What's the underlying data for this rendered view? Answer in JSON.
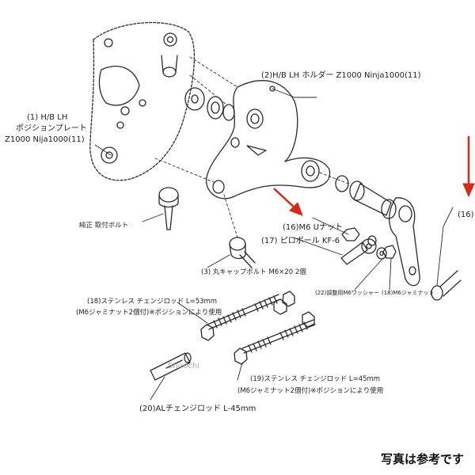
{
  "labels": {
    "plate": [
      "(1) H/B LH",
      "ポジションプレート",
      "Z1000 Nija1000(11)"
    ],
    "holder": "(2)H/B LH ホルダー Z1000 Ninja1000(11)",
    "original_bolt": "純正 取付ボルト",
    "cap_bolt": "(3) 丸キャップボルト M6×20 2個",
    "u_nut": "(16)M6 Uナット",
    "pillow_ball": "(17) ピロボール KF-6",
    "adjust_washer": "(22)調整用M6ワッシャー",
    "jam_nut": "(18)M6ジャミナット",
    "right_ref": "(16)",
    "rod_a": [
      "(18)ステンレス チェンジロッド L=53mm",
      "(M6ジャミナット2個付)※ポジションにより使用"
    ],
    "rod_b": [
      "(19)ステンレス チェンジロッド L=45mm",
      "(M6ジャミナット2個付)※ポジションにより使用"
    ],
    "al_rod": "(20)ALチェンジロッド L-45mm",
    "watermark": "Shirochi"
  },
  "caption": "写真は参考です",
  "colors": {
    "line": "#2a2a2a",
    "arrow": "#d42a1a"
  }
}
